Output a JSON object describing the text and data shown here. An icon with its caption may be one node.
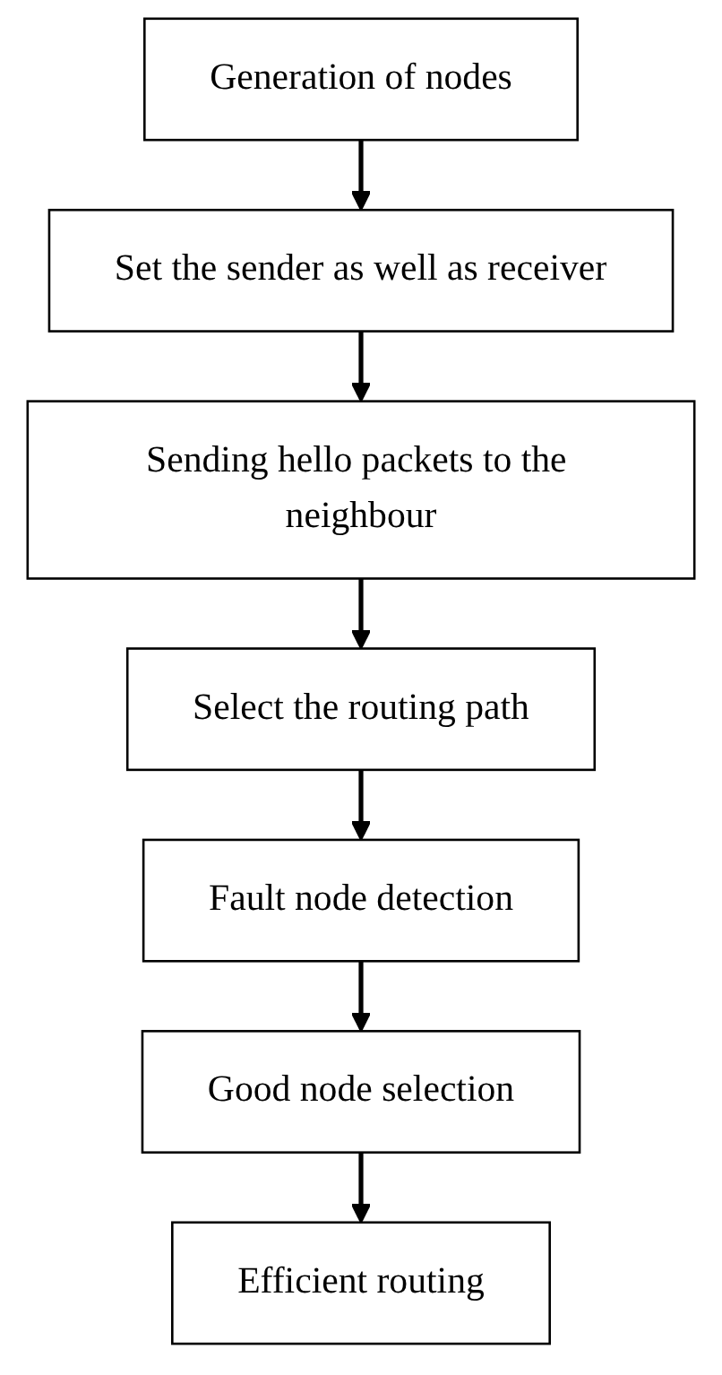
{
  "diagram": {
    "nodes": [
      {
        "text": [
          "Generation of nodes"
        ]
      },
      {
        "text": [
          "Set the sender as well as receiver"
        ]
      },
      {
        "text": [
          "Sending hello packets to the neighbour"
        ]
      },
      {
        "text": [
          "Select the routing path"
        ]
      },
      {
        "text": [
          "Fault node detection"
        ]
      },
      {
        "text": [
          "Good node selection"
        ]
      },
      {
        "text": [
          "Efficient routing"
        ]
      }
    ],
    "edges": [
      {
        "from": 0,
        "to": 1,
        "arrow": "to"
      },
      {
        "from": 1,
        "to": 2,
        "arrow": "to"
      },
      {
        "from": 2,
        "to": 3,
        "arrow": "to"
      },
      {
        "from": 3,
        "to": 4,
        "arrow": "to"
      },
      {
        "from": 4,
        "to": 5,
        "arrow": "to"
      },
      {
        "from": 5,
        "to": 6,
        "arrow": "to"
      }
    ]
  }
}
